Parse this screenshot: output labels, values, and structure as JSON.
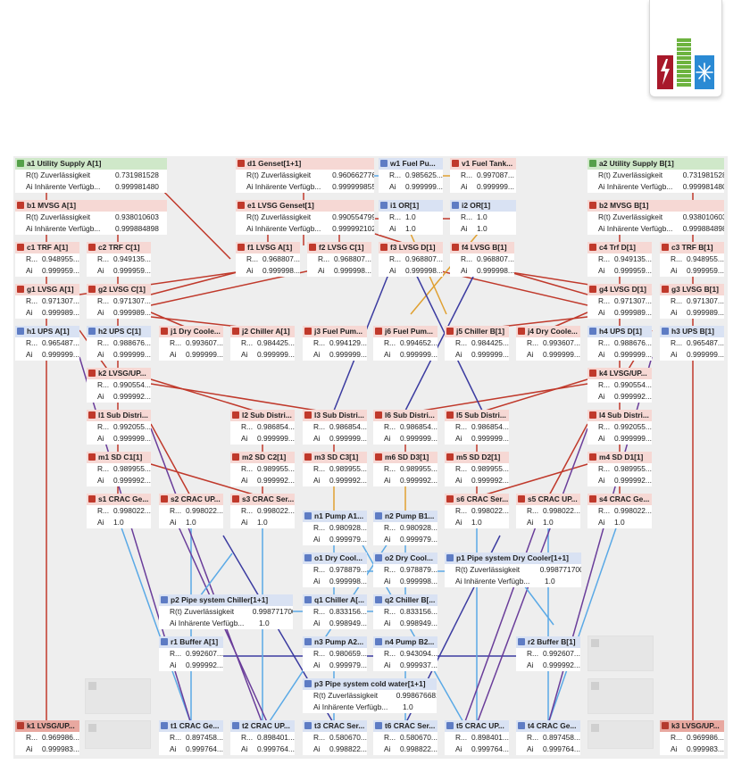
{
  "logo": {
    "icon": "power-cooling-logo-icon",
    "colors": {
      "red": "#a8182a",
      "green": "#6db33f",
      "blue": "#2a8ad4"
    }
  },
  "colors": {
    "power_line": "#c0392b",
    "water_line": "#5aa9e6",
    "fuel_line": "#e0a030",
    "control_line": "#6a3d9a",
    "pump_line": "#3b3ba0"
  },
  "nodes": [
    {
      "id": "a1",
      "title": "a1 Utility Supply A[1]",
      "theme": "green",
      "rows": [
        [
          "R(t) Zuverlässigkeit",
          "0.731981528"
        ],
        [
          "Ai Inhärente Verfügb...",
          "0.999981480"
        ]
      ]
    },
    {
      "id": "d1",
      "title": "d1 Genset[1+1]",
      "theme": "red",
      "rows": [
        [
          "R(t) Zuverlässigkeit",
          "0.960662776"
        ],
        [
          "Ai Inhärente Verfügb...",
          "0.999999855"
        ]
      ]
    },
    {
      "id": "w1",
      "title": "w1 Fuel Pu...",
      "theme": "blue",
      "rows": [
        [
          "R...",
          "0.985625..."
        ],
        [
          "Ai",
          "0.999999..."
        ]
      ]
    },
    {
      "id": "v1",
      "title": "v1 Fuel Tank...",
      "theme": "red",
      "rows": [
        [
          "R...",
          "0.997087..."
        ],
        [
          "Ai",
          "0.999999..."
        ]
      ]
    },
    {
      "id": "a2",
      "title": "a2 Utility Supply B[1]",
      "theme": "green",
      "rows": [
        [
          "R(t) Zuverlässigkeit",
          "0.731981528"
        ],
        [
          "Ai Inhärente Verfügb...",
          "0.999981480"
        ]
      ]
    },
    {
      "id": "b1",
      "title": "b1 MVSG A[1]",
      "theme": "red",
      "rows": [
        [
          "R(t) Zuverlässigkeit",
          "0.938010603"
        ],
        [
          "Ai Inhärente Verfügb...",
          "0.999884898"
        ]
      ]
    },
    {
      "id": "e1",
      "title": "e1 LVSG Genset[1]",
      "theme": "red",
      "rows": [
        [
          "R(t) Zuverlässigkeit",
          "0.990554799"
        ],
        [
          "Ai Inhärente Verfügb...",
          "0.999992102"
        ]
      ]
    },
    {
      "id": "i1",
      "title": "i1 OR[1]",
      "theme": "blue",
      "rows": [
        [
          "R...",
          "1.0"
        ],
        [
          "Ai",
          "1.0"
        ]
      ]
    },
    {
      "id": "i2",
      "title": "i2 OR[1]",
      "theme": "blue",
      "rows": [
        [
          "R...",
          "1.0"
        ],
        [
          "Ai",
          "1.0"
        ]
      ]
    },
    {
      "id": "b2",
      "title": "b2 MVSG B[1]",
      "theme": "red",
      "rows": [
        [
          "R(t) Zuverlässigkeit",
          "0.938010603"
        ],
        [
          "Ai Inhärente Verfügb...",
          "0.999884898"
        ]
      ]
    },
    {
      "id": "c1",
      "title": "c1 TRF A[1]",
      "theme": "red",
      "rows": [
        [
          "R...",
          "0.948955..."
        ],
        [
          "Ai",
          "0.999959..."
        ]
      ]
    },
    {
      "id": "c2",
      "title": "c2 TRF C[1]",
      "theme": "red",
      "rows": [
        [
          "R...",
          "0.949135..."
        ],
        [
          "Ai",
          "0.999959..."
        ]
      ]
    },
    {
      "id": "f1",
      "title": "f1 LVSG A[1]",
      "theme": "red",
      "rows": [
        [
          "R...",
          "0.968807..."
        ],
        [
          "Ai",
          "0.999998..."
        ]
      ]
    },
    {
      "id": "f2",
      "title": "f2 LVSG C[1]",
      "theme": "red",
      "rows": [
        [
          "R...",
          "0.968807..."
        ],
        [
          "Ai",
          "0.999998..."
        ]
      ]
    },
    {
      "id": "f3",
      "title": "f3 LVSG D[1]",
      "theme": "red",
      "rows": [
        [
          "R...",
          "0.968807..."
        ],
        [
          "Ai",
          "0.999998..."
        ]
      ]
    },
    {
      "id": "f4",
      "title": "f4 LVSG B[1]",
      "theme": "red",
      "rows": [
        [
          "R...",
          "0.968807..."
        ],
        [
          "Ai",
          "0.999998..."
        ]
      ]
    },
    {
      "id": "c4",
      "title": "c4 Trf D[1]",
      "theme": "red",
      "rows": [
        [
          "R...",
          "0.949135..."
        ],
        [
          "Ai",
          "0.999959..."
        ]
      ]
    },
    {
      "id": "c3",
      "title": "c3 TRF B[1]",
      "theme": "red",
      "rows": [
        [
          "R...",
          "0.948955..."
        ],
        [
          "Ai",
          "0.999959..."
        ]
      ]
    },
    {
      "id": "g1",
      "title": "g1 LVSG A[1]",
      "theme": "red",
      "rows": [
        [
          "R...",
          "0.971307..."
        ],
        [
          "Ai",
          "0.999989..."
        ]
      ]
    },
    {
      "id": "g2",
      "title": "g2 LVSG C[1]",
      "theme": "red",
      "rows": [
        [
          "R...",
          "0.971307..."
        ],
        [
          "Ai",
          "0.999989..."
        ]
      ]
    },
    {
      "id": "g4",
      "title": "g4 LVSG D[1]",
      "theme": "red",
      "rows": [
        [
          "R...",
          "0.971307..."
        ],
        [
          "Ai",
          "0.999989..."
        ]
      ]
    },
    {
      "id": "g3",
      "title": "g3 LVSG B[1]",
      "theme": "red",
      "rows": [
        [
          "R...",
          "0.971307..."
        ],
        [
          "Ai",
          "0.999989..."
        ]
      ]
    },
    {
      "id": "h1",
      "title": "h1 UPS A[1]",
      "theme": "blue",
      "rows": [
        [
          "R...",
          "0.965487..."
        ],
        [
          "Ai",
          "0.999999..."
        ]
      ]
    },
    {
      "id": "h2",
      "title": "h2 UPS C[1]",
      "theme": "blue",
      "rows": [
        [
          "R...",
          "0.988676..."
        ],
        [
          "Ai",
          "0.999999..."
        ]
      ]
    },
    {
      "id": "j1",
      "title": "j1 Dry Coole...",
      "theme": "red",
      "rows": [
        [
          "R...",
          "0.993607..."
        ],
        [
          "Ai",
          "0.999999..."
        ]
      ]
    },
    {
      "id": "j2",
      "title": "j2 Chiller A[1]",
      "theme": "red",
      "rows": [
        [
          "R...",
          "0.984425..."
        ],
        [
          "Ai",
          "0.999999..."
        ]
      ]
    },
    {
      "id": "j3",
      "title": "j3 Fuel Pum...",
      "theme": "red",
      "rows": [
        [
          "R...",
          "0.994129..."
        ],
        [
          "Ai",
          "0.999999..."
        ]
      ]
    },
    {
      "id": "j6",
      "title": "j6 Fuel Pum...",
      "theme": "red",
      "rows": [
        [
          "R...",
          "0.994652..."
        ],
        [
          "Ai",
          "0.999999..."
        ]
      ]
    },
    {
      "id": "j5",
      "title": "j5 Chiller B[1]",
      "theme": "red",
      "rows": [
        [
          "R...",
          "0.984425..."
        ],
        [
          "Ai",
          "0.999999..."
        ]
      ]
    },
    {
      "id": "j4",
      "title": "j4 Dry Coole...",
      "theme": "red",
      "rows": [
        [
          "R...",
          "0.993607..."
        ],
        [
          "Ai",
          "0.999999..."
        ]
      ]
    },
    {
      "id": "h4",
      "title": "h4 UPS D[1]",
      "theme": "blue",
      "rows": [
        [
          "R...",
          "0.988676..."
        ],
        [
          "Ai",
          "0.999999..."
        ]
      ]
    },
    {
      "id": "h3",
      "title": "h3 UPS B[1]",
      "theme": "blue",
      "rows": [
        [
          "R...",
          "0.965487..."
        ],
        [
          "Ai",
          "0.999999..."
        ]
      ]
    },
    {
      "id": "k2",
      "title": "k2 LVSG/UP...",
      "theme": "red",
      "rows": [
        [
          "R...",
          "0.990554..."
        ],
        [
          "Ai",
          "0.999992..."
        ]
      ]
    },
    {
      "id": "k4",
      "title": "k4 LVSG/UP...",
      "theme": "red",
      "rows": [
        [
          "R...",
          "0.990554..."
        ],
        [
          "Ai",
          "0.999992..."
        ]
      ]
    },
    {
      "id": "l1",
      "title": "l1 Sub Distri...",
      "theme": "red",
      "rows": [
        [
          "R...",
          "0.992055..."
        ],
        [
          "Ai",
          "0.999999..."
        ]
      ]
    },
    {
      "id": "l2",
      "title": "l2 Sub Distri...",
      "theme": "red",
      "rows": [
        [
          "R...",
          "0.986854..."
        ],
        [
          "Ai",
          "0.999999..."
        ]
      ]
    },
    {
      "id": "l3",
      "title": "l3 Sub Distri...",
      "theme": "red",
      "rows": [
        [
          "R...",
          "0.986854..."
        ],
        [
          "Ai",
          "0.999999..."
        ]
      ]
    },
    {
      "id": "l6",
      "title": "l6 Sub Distri...",
      "theme": "red",
      "rows": [
        [
          "R...",
          "0.986854..."
        ],
        [
          "Ai",
          "0.999999..."
        ]
      ]
    },
    {
      "id": "l5",
      "title": "l5 Sub Distri...",
      "theme": "red",
      "rows": [
        [
          "R...",
          "0.986854..."
        ],
        [
          "Ai",
          "0.999999..."
        ]
      ]
    },
    {
      "id": "l4",
      "title": "l4 Sub Distri...",
      "theme": "red",
      "rows": [
        [
          "R...",
          "0.992055..."
        ],
        [
          "Ai",
          "0.999999..."
        ]
      ]
    },
    {
      "id": "m1",
      "title": "m1 SD C1[1]",
      "theme": "red",
      "rows": [
        [
          "R...",
          "0.989955..."
        ],
        [
          "Ai",
          "0.999992..."
        ]
      ]
    },
    {
      "id": "m2",
      "title": "m2 SD C2[1]",
      "theme": "red",
      "rows": [
        [
          "R...",
          "0.989955..."
        ],
        [
          "Ai",
          "0.999992..."
        ]
      ]
    },
    {
      "id": "m3",
      "title": "m3 SD C3[1]",
      "theme": "red",
      "rows": [
        [
          "R...",
          "0.989955..."
        ],
        [
          "Ai",
          "0.999992..."
        ]
      ]
    },
    {
      "id": "m6",
      "title": "m6 SD D3[1]",
      "theme": "red",
      "rows": [
        [
          "R...",
          "0.989955..."
        ],
        [
          "Ai",
          "0.999992..."
        ]
      ]
    },
    {
      "id": "m5",
      "title": "m5 SD D2[1]",
      "theme": "red",
      "rows": [
        [
          "R...",
          "0.989955..."
        ],
        [
          "Ai",
          "0.999992..."
        ]
      ]
    },
    {
      "id": "m4",
      "title": "m4 SD D1[1]",
      "theme": "red",
      "rows": [
        [
          "R...",
          "0.989955..."
        ],
        [
          "Ai",
          "0.999992..."
        ]
      ]
    },
    {
      "id": "s1",
      "title": "s1 CRAC Ge...",
      "theme": "red",
      "rows": [
        [
          "R...",
          "0.998022..."
        ],
        [
          "Ai",
          "1.0"
        ]
      ]
    },
    {
      "id": "s2",
      "title": "s2 CRAC UP...",
      "theme": "red",
      "rows": [
        [
          "R...",
          "0.998022..."
        ],
        [
          "Ai",
          "1.0"
        ]
      ]
    },
    {
      "id": "s3",
      "title": "s3 CRAC Ser...",
      "theme": "red",
      "rows": [
        [
          "R...",
          "0.998022..."
        ],
        [
          "Ai",
          "1.0"
        ]
      ]
    },
    {
      "id": "s6",
      "title": "s6 CRAC Ser...",
      "theme": "red",
      "rows": [
        [
          "R...",
          "0.998022..."
        ],
        [
          "Ai",
          "1.0"
        ]
      ]
    },
    {
      "id": "s5",
      "title": "s5 CRAC UP...",
      "theme": "red",
      "rows": [
        [
          "R...",
          "0.998022..."
        ],
        [
          "Ai",
          "1.0"
        ]
      ]
    },
    {
      "id": "s4",
      "title": "s4 CRAC Ge...",
      "theme": "red",
      "rows": [
        [
          "R...",
          "0.998022..."
        ],
        [
          "Ai",
          "1.0"
        ]
      ]
    },
    {
      "id": "n1",
      "title": "n1 Pump A1...",
      "theme": "blue",
      "rows": [
        [
          "R...",
          "0.980928..."
        ],
        [
          "Ai",
          "0.999979..."
        ]
      ]
    },
    {
      "id": "n2",
      "title": "n2 Pump B1...",
      "theme": "blue",
      "rows": [
        [
          "R...",
          "0.980928..."
        ],
        [
          "Ai",
          "0.999979..."
        ]
      ]
    },
    {
      "id": "o1",
      "title": "o1 Dry Cool...",
      "theme": "blue",
      "rows": [
        [
          "R...",
          "0.978879..."
        ],
        [
          "Ai",
          "0.999998..."
        ]
      ]
    },
    {
      "id": "o2",
      "title": "o2 Dry Cool...",
      "theme": "blue",
      "rows": [
        [
          "R...",
          "0.978879..."
        ],
        [
          "Ai",
          "0.999998..."
        ]
      ]
    },
    {
      "id": "p1",
      "title": "p1 Pipe system Dry Cooler[1+1]",
      "theme": "blue",
      "rows": [
        [
          "R(t) Zuverlässigkeit",
          "0.998771700"
        ],
        [
          "Ai Inhärente Verfügb...",
          "1.0"
        ]
      ]
    },
    {
      "id": "p2",
      "title": "p2 Pipe system Chiller[1+1]",
      "theme": "blue",
      "rows": [
        [
          "R(t) Zuverlässigkeit",
          "0.998771700"
        ],
        [
          "Ai Inhärente Verfügb...",
          "1.0"
        ]
      ]
    },
    {
      "id": "q1",
      "title": "q1 Chiller A[...",
      "theme": "blue",
      "rows": [
        [
          "R...",
          "0.833156..."
        ],
        [
          "Ai",
          "0.998949..."
        ]
      ]
    },
    {
      "id": "q2",
      "title": "q2 Chiller B[...",
      "theme": "blue",
      "rows": [
        [
          "R...",
          "0.833156..."
        ],
        [
          "Ai",
          "0.998949..."
        ]
      ]
    },
    {
      "id": "r1",
      "title": "r1 Buffer A[1]",
      "theme": "blue",
      "rows": [
        [
          "R...",
          "0.992607..."
        ],
        [
          "Ai",
          "0.999992..."
        ]
      ]
    },
    {
      "id": "n3",
      "title": "n3 Pump A2...",
      "theme": "blue",
      "rows": [
        [
          "R...",
          "0.980659..."
        ],
        [
          "Ai",
          "0.999979..."
        ]
      ]
    },
    {
      "id": "n4",
      "title": "n4 Pump B2...",
      "theme": "blue",
      "rows": [
        [
          "R...",
          "0.943094..."
        ],
        [
          "Ai",
          "0.999937..."
        ]
      ]
    },
    {
      "id": "r2",
      "title": "r2 Buffer B[1]",
      "theme": "blue",
      "rows": [
        [
          "R...",
          "0.992607..."
        ],
        [
          "Ai",
          "0.999992..."
        ]
      ]
    },
    {
      "id": "p3",
      "title": "p3 Pipe system cold water[1+1]",
      "theme": "blue",
      "rows": [
        [
          "R(t) Zuverlässigkeit",
          "0.998676681"
        ],
        [
          "Ai Inhärente Verfügb...",
          "1.0"
        ]
      ]
    },
    {
      "id": "k1",
      "title": "k1 LVSG/UP...",
      "theme": "salmon",
      "rows": [
        [
          "R...",
          "0.969986..."
        ],
        [
          "Ai",
          "0.999983..."
        ]
      ]
    },
    {
      "id": "t1",
      "title": "t1 CRAC Ge...",
      "theme": "blue",
      "rows": [
        [
          "R...",
          "0.897458..."
        ],
        [
          "Ai",
          "0.999764..."
        ]
      ]
    },
    {
      "id": "t2",
      "title": "t2 CRAC UP...",
      "theme": "blue",
      "rows": [
        [
          "R...",
          "0.898401..."
        ],
        [
          "Ai",
          "0.999764..."
        ]
      ]
    },
    {
      "id": "t3",
      "title": "t3 CRAC Ser...",
      "theme": "blue",
      "rows": [
        [
          "R...",
          "0.580670..."
        ],
        [
          "Ai",
          "0.998822..."
        ]
      ]
    },
    {
      "id": "t6",
      "title": "t6 CRAC Ser...",
      "theme": "blue",
      "rows": [
        [
          "R...",
          "0.580670..."
        ],
        [
          "Ai",
          "0.998822..."
        ]
      ]
    },
    {
      "id": "t5",
      "title": "t5 CRAC UP...",
      "theme": "blue",
      "rows": [
        [
          "R...",
          "0.898401..."
        ],
        [
          "Ai",
          "0.999764..."
        ]
      ]
    },
    {
      "id": "t4",
      "title": "t4 CRAC Ge...",
      "theme": "blue",
      "rows": [
        [
          "R...",
          "0.897458..."
        ],
        [
          "Ai",
          "0.999764..."
        ]
      ]
    },
    {
      "id": "k3",
      "title": "k3 LVSG/UP...",
      "theme": "salmon",
      "rows": [
        [
          "R...",
          "0.969986..."
        ],
        [
          "Ai",
          "0.999983..."
        ]
      ]
    }
  ]
}
